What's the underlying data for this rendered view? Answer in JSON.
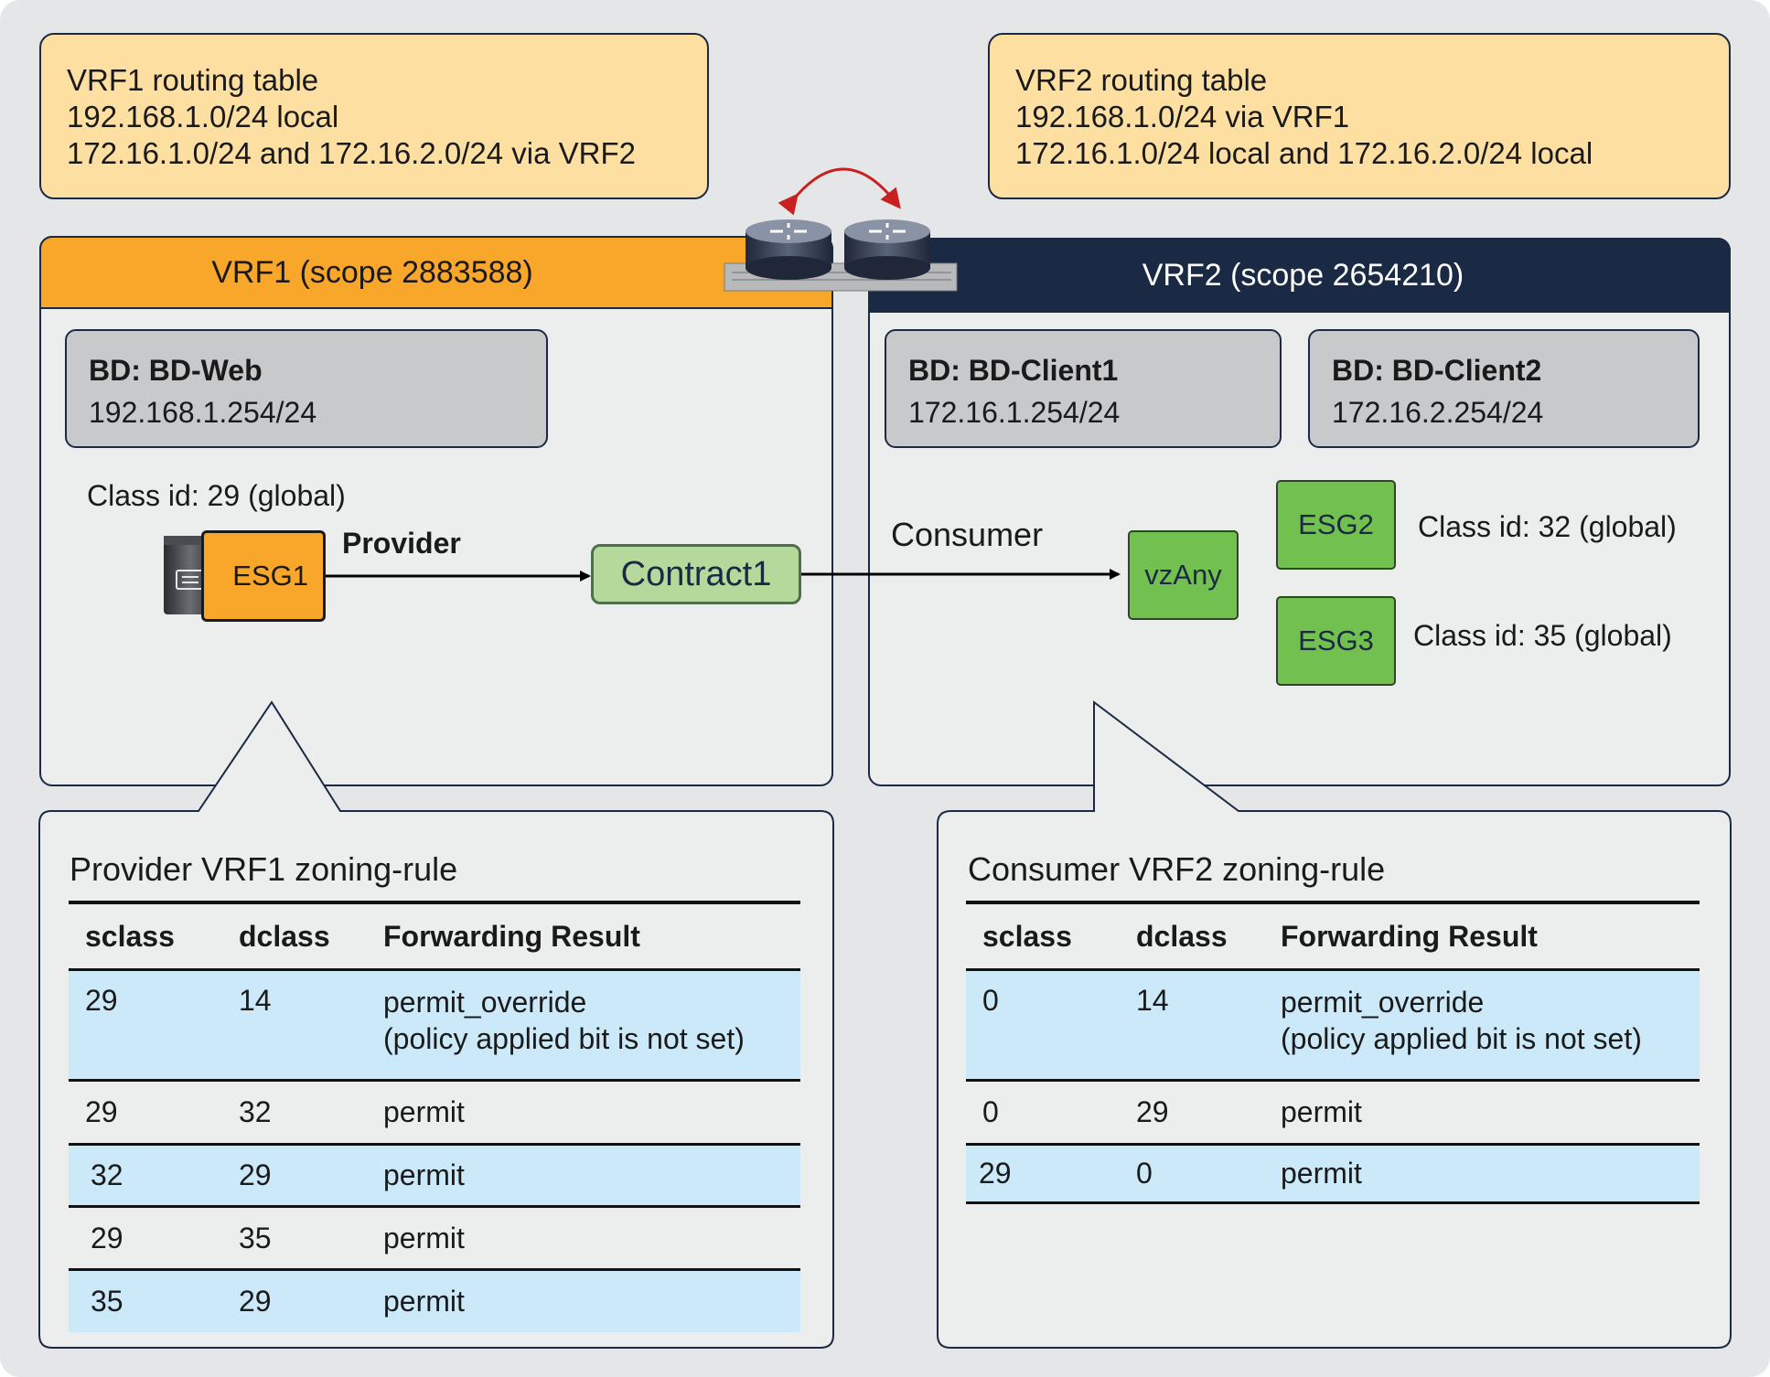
{
  "vrf1_routing": {
    "lines": [
      "VRF1 routing table",
      "192.168.1.0/24 local",
      "172.16.1.0/24 and 172.16.2.0/24 via VRF2"
    ]
  },
  "vrf2_routing": {
    "lines": [
      "VRF2 routing table",
      "192.168.1.0/24 via VRF1",
      "172.16.1.0/24 local and 172.16.2.0/24 local"
    ]
  },
  "vrf1": {
    "header": "VRF1 (scope 2883588)",
    "bd": {
      "title": "BD: BD-Web",
      "subnet": "192.168.1.254/24"
    },
    "class_id": "Class id: 29 (global)",
    "esg": "ESG1",
    "provider_label": "Provider",
    "contract": "Contract1"
  },
  "vrf2": {
    "header": "VRF2 (scope 2654210)",
    "bd1": {
      "title": "BD: BD-Client1",
      "subnet": "172.16.1.254/24"
    },
    "bd2": {
      "title": "BD: BD-Client2",
      "subnet": "172.16.2.254/24"
    },
    "consumer_label": "Consumer",
    "vzany": "vzAny",
    "esg2": "ESG2",
    "esg2_class": "Class id: 32 (global)",
    "esg3": "ESG3",
    "esg3_class": "Class id: 35 (global)"
  },
  "provider_table": {
    "title": "Provider VRF1 zoning-rule",
    "headers": [
      "sclass",
      "dclass",
      "Forwarding Result"
    ],
    "rows": [
      [
        "29",
        "14",
        "permit_override",
        "(policy applied bit is not set)"
      ],
      [
        "29",
        "32",
        "permit",
        ""
      ],
      [
        "32",
        "29",
        "permit",
        ""
      ],
      [
        "29",
        "35",
        "permit",
        ""
      ],
      [
        "35",
        "29",
        "permit",
        ""
      ]
    ]
  },
  "consumer_table": {
    "title": "Consumer VRF2 zoning-rule",
    "headers": [
      "sclass",
      "dclass",
      "Forwarding Result"
    ],
    "rows": [
      [
        "0",
        "14",
        "permit_override",
        "(policy applied bit is not set)"
      ],
      [
        "0",
        "29",
        "permit",
        ""
      ],
      [
        "29",
        "0",
        "permit",
        ""
      ]
    ]
  },
  "colors": {
    "background": "#e4e6e7",
    "route_box": "#fddfa2",
    "vrf1_header": "#f9a72b",
    "vrf2_header": "#1b2a44",
    "esg1": "#f9a72b",
    "esg_green": "#72c04f",
    "contract": "#b5d99a",
    "table_row_blue": "#cbe9f8",
    "router_arrow": "#c8201e"
  },
  "icons": [
    "router-icon",
    "server-icon",
    "curved-double-arrow-icon"
  ]
}
